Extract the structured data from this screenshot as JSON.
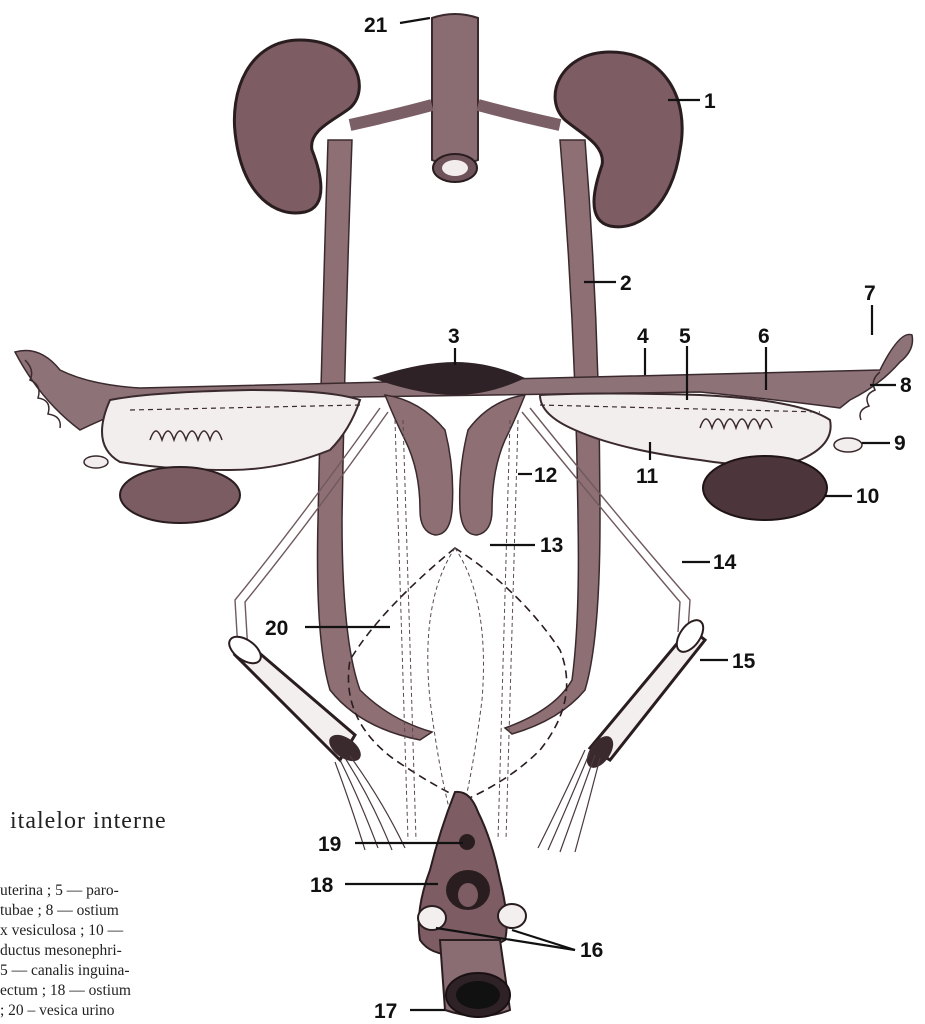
{
  "figure": {
    "labels": [
      "1",
      "2",
      "3",
      "4",
      "5",
      "6",
      "7",
      "8",
      "9",
      "10",
      "11",
      "12",
      "13",
      "14",
      "15",
      "16",
      "17",
      "18",
      "19",
      "20",
      "21"
    ]
  },
  "caption": {
    "title": "italelor interne",
    "lines": [
      "uterina ; 5 — paro-",
      "tubae ; 8 — ostium",
      "x vesiculosa ; 10 —",
      "ductus mesonephri-",
      "5 — canalis inguina-",
      "ectum ; 18 — ostium",
      "; 20 – vesica urino"
    ]
  },
  "colors": {
    "organ": "#8d6f74",
    "organ_dark": "#5a4048",
    "kidney": "#7d5d63",
    "duct": "#a68c8f"
  }
}
